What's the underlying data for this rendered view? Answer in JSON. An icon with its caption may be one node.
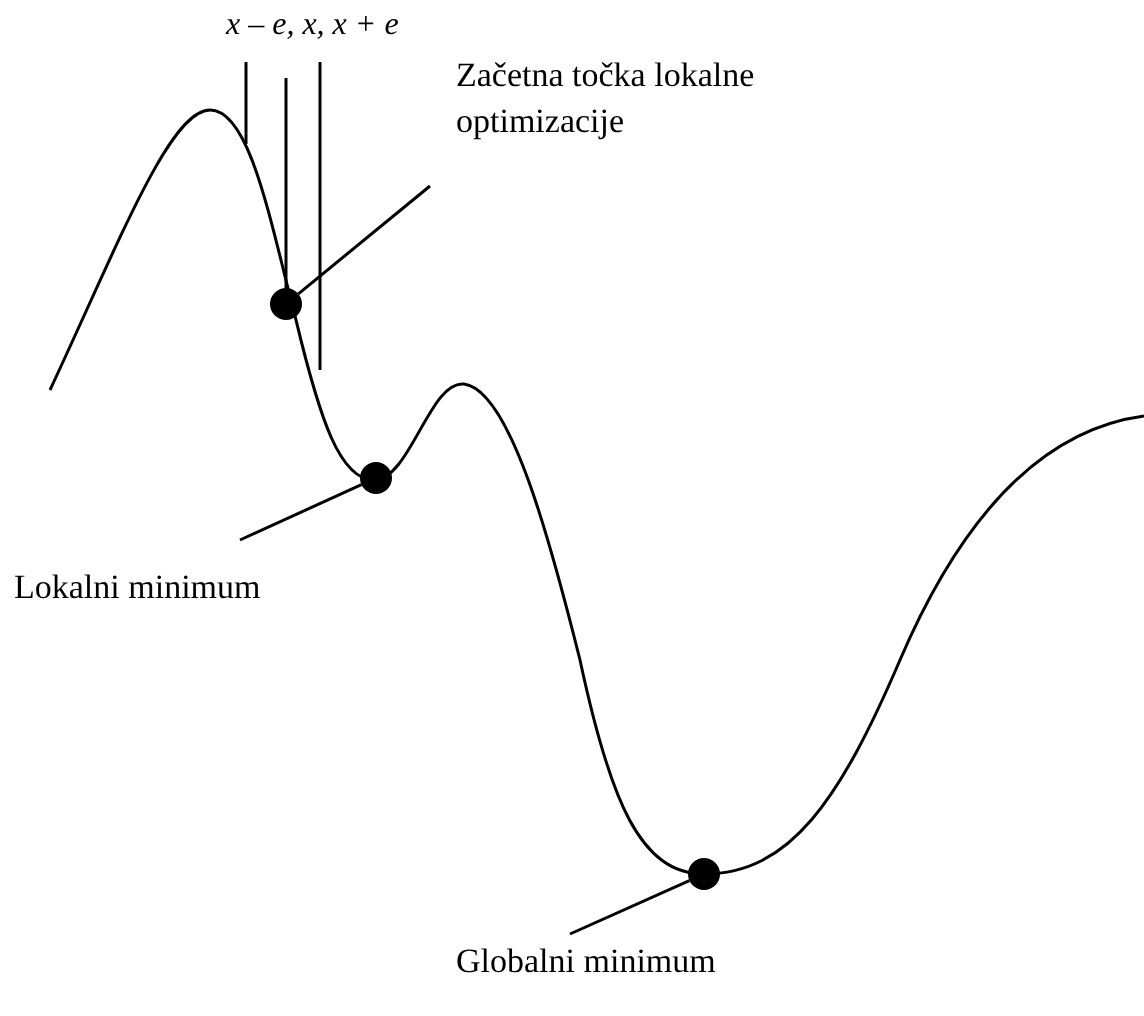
{
  "diagram": {
    "nodes": [
      {
        "text": [
          "Začetna točka lokalne optimizacije"
        ]
      },
      {
        "text": [],
        "shape": "circle"
      },
      {
        "text": [
          "Lokalni minimum"
        ]
      },
      {
        "text": [],
        "shape": "circle"
      },
      {
        "text": [
          "Globalni minimum"
        ]
      },
      {
        "text": [],
        "shape": "circle"
      }
    ],
    "edges": [
      {
        "from": 0,
        "to": 1,
        "arrow": "none"
      },
      {
        "from": 2,
        "to": 3,
        "arrow": "none"
      },
      {
        "from": 4,
        "to": 5,
        "arrow": "none"
      }
    ],
    "labels": [
      "x – e, x, x + e"
    ]
  }
}
